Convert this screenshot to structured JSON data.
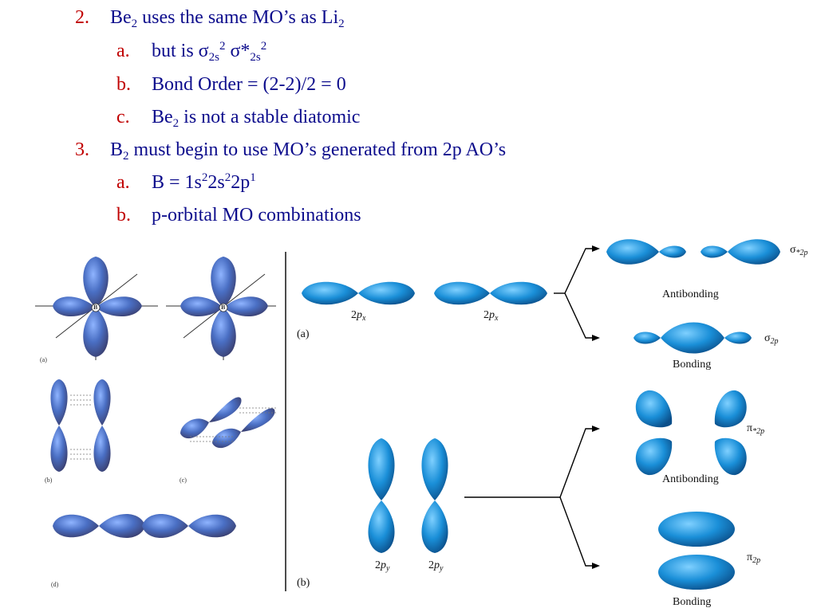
{
  "bullets": {
    "item2": {
      "number": "2.",
      "pre": "Be",
      "sub": "2",
      "post": " uses the same MO’s as Li",
      "sub2": "2"
    },
    "item2a": {
      "letter": "a.",
      "pre": "but is σ",
      "sub1": "2s",
      "sup1": "2",
      "mid": " σ*",
      "sub2": "2s",
      "sup2": "2"
    },
    "item2b": {
      "letter": "b.",
      "text": "Bond Order = (2-2)/2 = 0"
    },
    "item2c": {
      "letter": "c.",
      "pre": "Be",
      "sub": "2",
      "post": " is not a stable diatomic"
    },
    "item3": {
      "number": "3.",
      "pre": "B",
      "sub": "2",
      "post": " must begin to use MO’s generated from 2p AO’s"
    },
    "item3a": {
      "letter": "a.",
      "t1": "B = 1s",
      "s1": "2",
      "t2": "2s",
      "s2": "2",
      "t3": "2p",
      "s3": "1"
    },
    "item3b": {
      "letter": "b.",
      "text": "p-orbital MO combinations"
    }
  },
  "figure_left": {
    "labels": {
      "a": "(a)",
      "b": "(b)",
      "c": "(c)",
      "d": "(d)",
      "atom1": "B",
      "atom2": "B"
    }
  },
  "figure_right": {
    "part_a": "(a)",
    "part_b": "(b)",
    "ao_base": "2",
    "ao_x_letter": "p",
    "ao_x_sub": "x",
    "ao_y_sub": "y",
    "antibonding": "Antibonding",
    "bonding": "Bonding",
    "sigma": "σ",
    "pi": "π",
    "star_sub": "*2p",
    "sub_2p": "2p"
  },
  "colors": {
    "bullet_text": "#0c0c8c",
    "bullet_number": "#c00000",
    "orbital_blue": "#1a8fd8"
  }
}
